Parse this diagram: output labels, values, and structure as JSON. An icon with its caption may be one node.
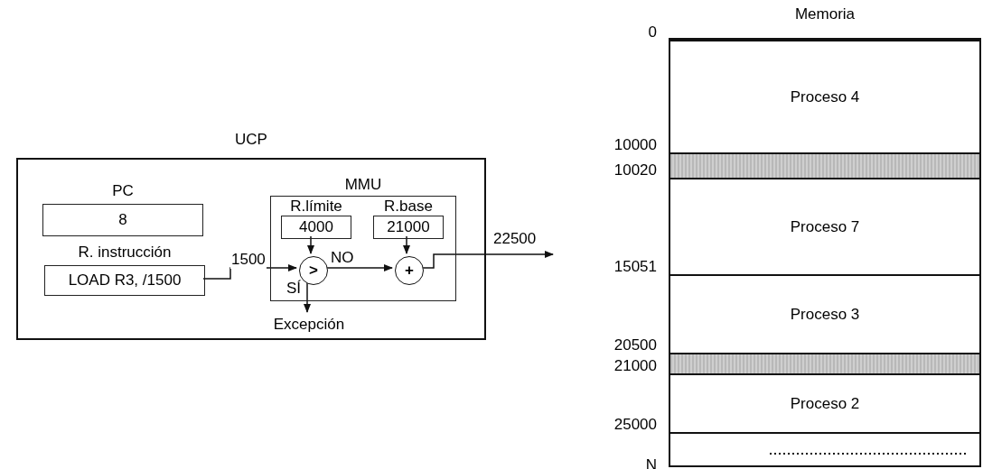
{
  "diagram": {
    "nodes": [
      {
        "text": [
          "UCP"
        ]
      },
      {
        "text": [
          "PC",
          "8"
        ],
        "in": 0
      },
      {
        "text": [
          "R. instrucción",
          "LOAD R3, /1500"
        ],
        "in": 0
      },
      {
        "text": [
          "MMU"
        ],
        "in": 0
      },
      {
        "text": [
          "R.límite",
          "4000"
        ],
        "in": 3
      },
      {
        "text": [
          "R.base",
          "21000"
        ],
        "in": 3
      },
      {
        "text": [
          ">"
        ],
        "in": 3
      },
      {
        "text": [
          "+"
        ],
        "in": 3
      },
      {
        "text": [
          "Excepción"
        ],
        "in": 0
      },
      {
        "text": [
          "Memoria"
        ]
      },
      {
        "text": [
          "Proceso 4"
        ],
        "in": 9
      },
      {
        "text": [],
        "shape": "bar",
        "in": 9
      },
      {
        "text": [
          "Proceso 7"
        ],
        "in": 9
      },
      {
        "text": [
          "Proceso 3"
        ],
        "in": 9
      },
      {
        "text": [],
        "shape": "bar",
        "in": 9
      },
      {
        "text": [
          "Proceso 2"
        ],
        "in": 9
      },
      {
        "text": [],
        "shape": "box",
        "in": 9
      }
    ],
    "edges": [
      {
        "from": 2,
        "to": 6,
        "arrow": "to",
        "label": "1500"
      },
      {
        "from": 4,
        "to": 6,
        "arrow": "to"
      },
      {
        "from": 5,
        "to": 7,
        "arrow": "to"
      },
      {
        "from": 6,
        "to": 7,
        "arrow": "to",
        "label": "NO"
      },
      {
        "from": 6,
        "to": 8,
        "arrow": "to",
        "label": "SÍ"
      },
      {
        "from": 7,
        "to": null,
        "arrow": "to",
        "label": "22500"
      }
    ],
    "labels": [
      "0",
      "10000",
      "10020",
      "15051",
      "20500",
      "21000",
      "25000",
      "N"
    ]
  }
}
